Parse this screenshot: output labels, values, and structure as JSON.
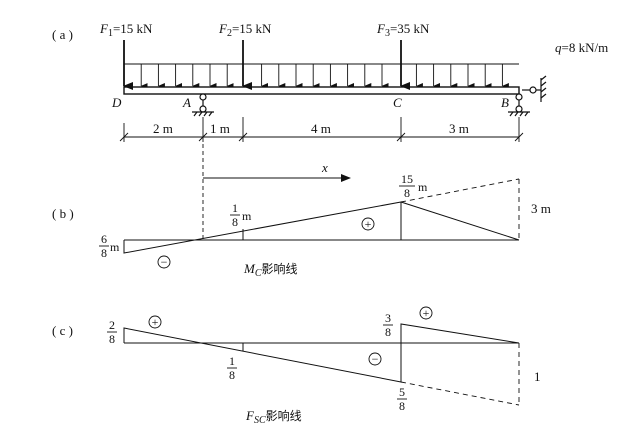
{
  "panel_a": {
    "tag": "( a )",
    "loads": [
      {
        "sym": "F",
        "sub": "1",
        "val": "=15 kN"
      },
      {
        "sym": "F",
        "sub": "2",
        "val": "=15 kN"
      },
      {
        "sym": "F",
        "sub": "3",
        "val": "=35 kN"
      }
    ],
    "distributed_load": {
      "sym": "q",
      "val": "=8 kN/m"
    },
    "points": {
      "D": "D",
      "A": "A",
      "C": "C",
      "B": "B"
    },
    "dimensions": [
      "2 m",
      "1 m",
      "4 m",
      "3 m"
    ]
  },
  "panel_b": {
    "tag": "( b )",
    "x_label": "x",
    "value_peak": {
      "num": "15",
      "den": "8",
      "unit": "m"
    },
    "value_f2": {
      "num": "1",
      "den": "8",
      "unit": "m"
    },
    "value_left": {
      "num": "6",
      "den": "8",
      "unit": "m"
    },
    "value_right": "3 m",
    "sign_positive": "+",
    "sign_negative": "−",
    "caption": {
      "sym": "M",
      "sub": "C",
      "rest": "影响线"
    }
  },
  "panel_c": {
    "tag": "( c )",
    "value_left": {
      "num": "2",
      "den": "8"
    },
    "value_f2": {
      "num": "1",
      "den": "8"
    },
    "value_c_top": {
      "num": "3",
      "den": "8"
    },
    "value_c_bottom": {
      "num": "5",
      "den": "8"
    },
    "value_right": "1",
    "sign_positive_left": "+",
    "sign_positive_right": "+",
    "sign_negative": "−",
    "caption": {
      "sym": "F",
      "sub": "SC",
      "rest": "影响线"
    }
  }
}
